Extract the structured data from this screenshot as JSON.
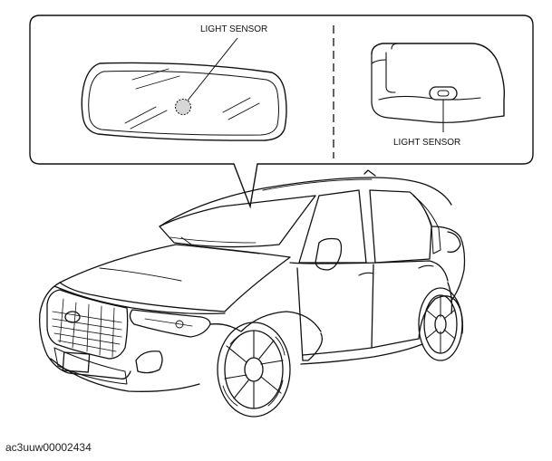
{
  "callout": {
    "left_label": "LIGHT SENSOR",
    "right_label": "LIGHT SENSOR"
  },
  "figure_code": "ac3uuw00002434",
  "colors": {
    "line": "#111111",
    "sensor_fill": "#d6d6d6",
    "background": "#ffffff"
  }
}
